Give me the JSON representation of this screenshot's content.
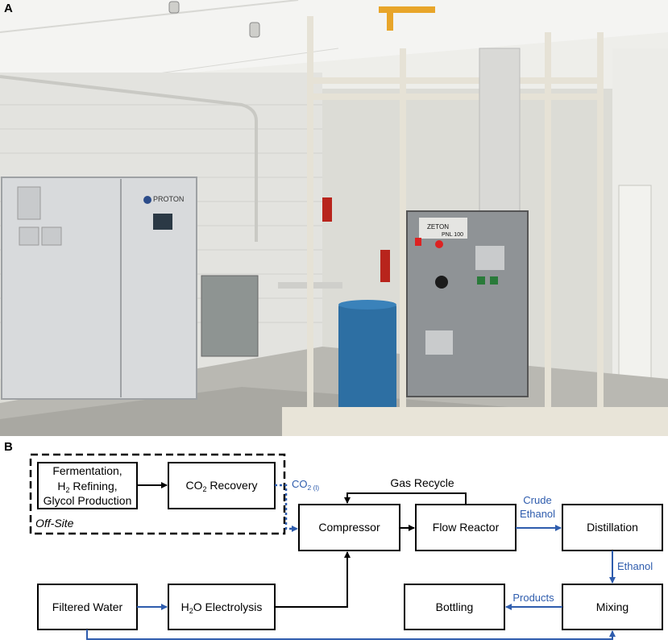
{
  "panels": {
    "a_label": "A",
    "b_label": "B"
  },
  "photo": {
    "description_icon": "photo-icon",
    "equipment_cabinet_brand": "PROTON",
    "panel_brand": "ZETON",
    "panel_plate": "PNL 100"
  },
  "diagram": {
    "offsite_group": {
      "label": "Off-Site"
    },
    "nodes": {
      "fermentation": {
        "line1": "Fermentation,",
        "line2_prefix": "H",
        "line2_sub": "2",
        "line2_suffix": " Refining,",
        "line3": "Glycol Production"
      },
      "co2_recovery": {
        "prefix": "CO",
        "sub": "2",
        "suffix": " Recovery"
      },
      "compressor": {
        "label": "Compressor"
      },
      "flow_reactor": {
        "label": "Flow Reactor"
      },
      "distillation": {
        "label": "Distillation"
      },
      "filtered_water": {
        "label": "Filtered Water"
      },
      "h2o_electrolysis": {
        "prefix": "H",
        "sub": "2",
        "suffix": "O Electrolysis"
      },
      "bottling": {
        "label": "Bottling"
      },
      "mixing": {
        "label": "Mixing"
      }
    },
    "edge_labels": {
      "co2_liquid_prefix": "CO",
      "co2_liquid_sub": "2 (l)",
      "gas_recycle": "Gas Recycle",
      "crude_ethanol_line1": "Crude",
      "crude_ethanol_line2": "Ethanol",
      "ethanol": "Ethanol",
      "products": "Products"
    },
    "colors": {
      "black_flow": "#000000",
      "blue_flow": "#2e5cad"
    }
  }
}
